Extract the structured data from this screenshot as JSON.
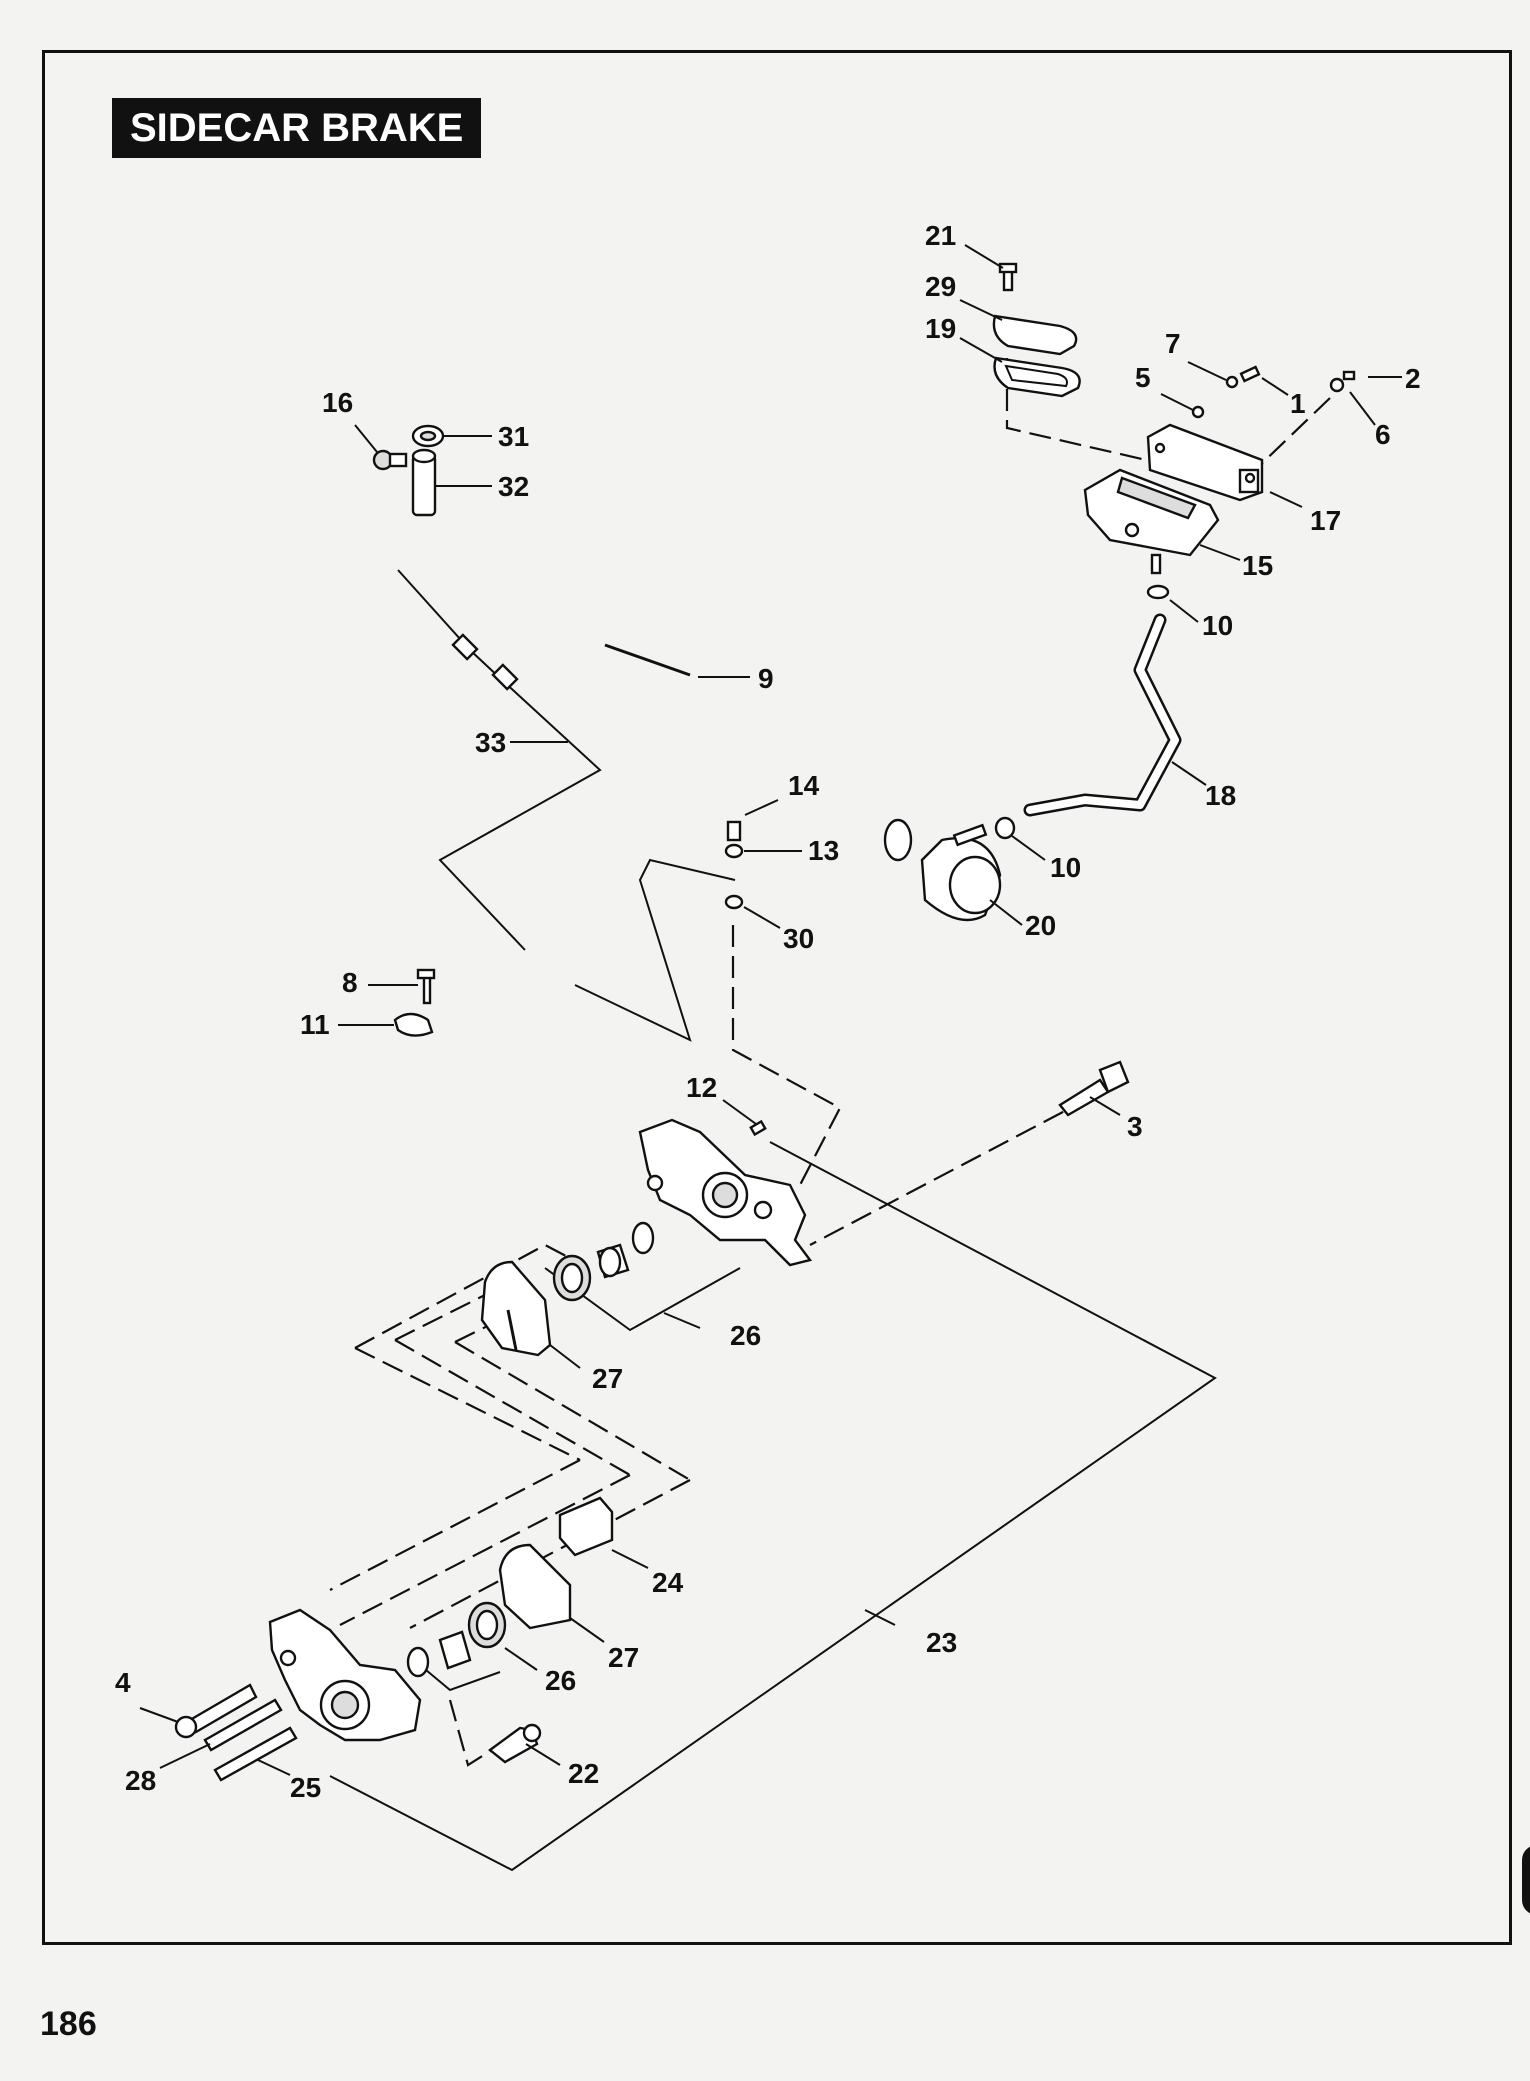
{
  "title": "SIDECAR BRAKE",
  "page_number": "186",
  "callouts": [
    "1",
    "2",
    "3",
    "4",
    "5",
    "6",
    "7",
    "8",
    "9",
    "10",
    "10",
    "11",
    "12",
    "13",
    "14",
    "15",
    "16",
    "17",
    "18",
    "19",
    "20",
    "21",
    "22",
    "23",
    "24",
    "25",
    "26",
    "26",
    "27",
    "27",
    "28",
    "29",
    "30",
    "31",
    "32",
    "33"
  ]
}
